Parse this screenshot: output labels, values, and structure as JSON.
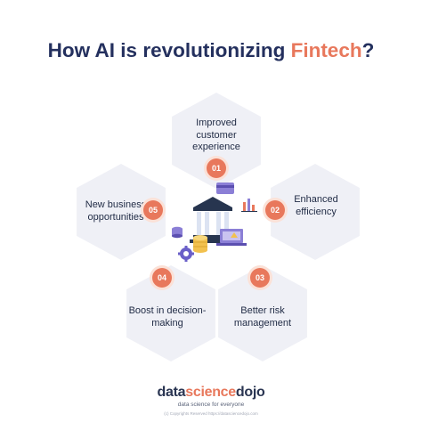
{
  "title": {
    "prefix": "How AI is revolutionizing ",
    "accent": "Fintech",
    "suffix": "?"
  },
  "colors": {
    "accent": "#e8785c",
    "title": "#24305e",
    "hex": "#eff0f6",
    "building": "#27354f"
  },
  "items": [
    {
      "number": "01",
      "label": "Improved customer experience"
    },
    {
      "number": "02",
      "label": "Enhanced efficiency"
    },
    {
      "number": "03",
      "label": "Better risk management"
    },
    {
      "number": "04",
      "label": "Boost in decision-making"
    },
    {
      "number": "05",
      "label": "New business opportunities"
    }
  ],
  "center_icons": [
    "bank-building-icon",
    "credit-card-icon",
    "bar-chart-icon",
    "coin-stack-icon",
    "gear-icon",
    "laptop-icon",
    "database-icon"
  ],
  "brand": {
    "part1": "data",
    "part2": "science",
    "part3": "dojo",
    "tagline": "data science for everyone"
  },
  "footer": "(c) Copyrights Reserved   https://datasciencedojo.com"
}
